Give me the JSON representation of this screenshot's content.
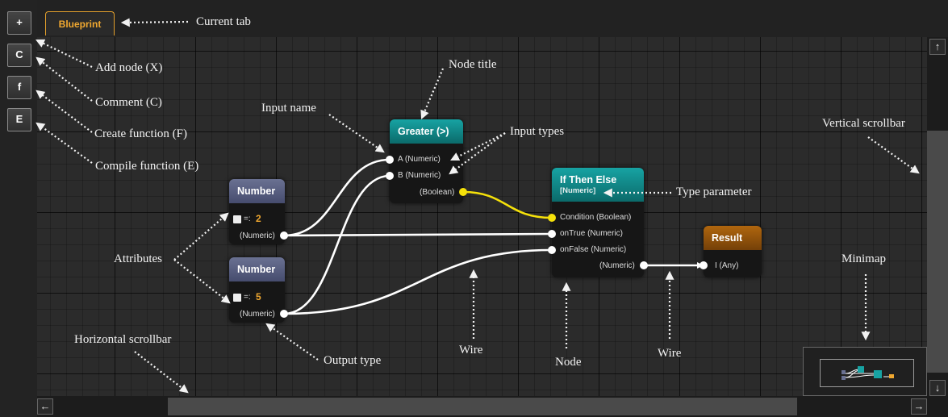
{
  "toolbar": {
    "buttons": [
      {
        "label": "+",
        "action": "add-node"
      },
      {
        "label": "C",
        "action": "comment"
      },
      {
        "label": "f",
        "action": "create-function"
      },
      {
        "label": "E",
        "action": "compile-function"
      }
    ]
  },
  "tabs": [
    {
      "label": "Blueprint",
      "active": true
    }
  ],
  "nodes": {
    "number1": {
      "title": "Number",
      "attr_eq": "=:",
      "attr_value": "2",
      "output": "(Numeric)"
    },
    "number2": {
      "title": "Number",
      "attr_eq": "=:",
      "attr_value": "5",
      "output": "(Numeric)"
    },
    "greater": {
      "title": "Greater (>)",
      "input_a": "A (Numeric)",
      "input_b": "B (Numeric)",
      "output": "(Boolean)"
    },
    "if_then_else": {
      "title": "If Then Else",
      "type_param": "[Numeric]",
      "input_condition": "Condition (Boolean)",
      "input_on_true": "onTrue (Numeric)",
      "input_on_false": "onFalse (Numeric)",
      "output": "(Numeric)"
    },
    "result": {
      "title": "Result",
      "input": "I (Any)"
    }
  },
  "annotations": {
    "current_tab": "Current tab",
    "add_node": "Add node (X)",
    "comment": "Comment (C)",
    "create_function": "Create function (F)",
    "compile_function": "Compile function (E)",
    "node_title": "Node title",
    "input_name": "Input name",
    "input_types": "Input types",
    "type_parameter": "Type parameter",
    "vertical_scrollbar": "Vertical scrollbar",
    "attributes": "Attributes",
    "minimap": "Minimap",
    "horizontal_scrollbar": "Horizontal scrollbar",
    "output_type": "Output type",
    "wire_1": "Wire",
    "node": "Node",
    "wire_2": "Wire"
  },
  "scrollbars": {
    "up_arrow": "↑",
    "down_arrow": "↓",
    "left_arrow": "←",
    "right_arrow": "→"
  },
  "colors": {
    "accent": "#f0a830",
    "number_title": "#5a6080",
    "teal_title": "#11908f",
    "result_title": "#975512",
    "boolean_wire": "#f5e10a",
    "wire": "#ffffff"
  }
}
